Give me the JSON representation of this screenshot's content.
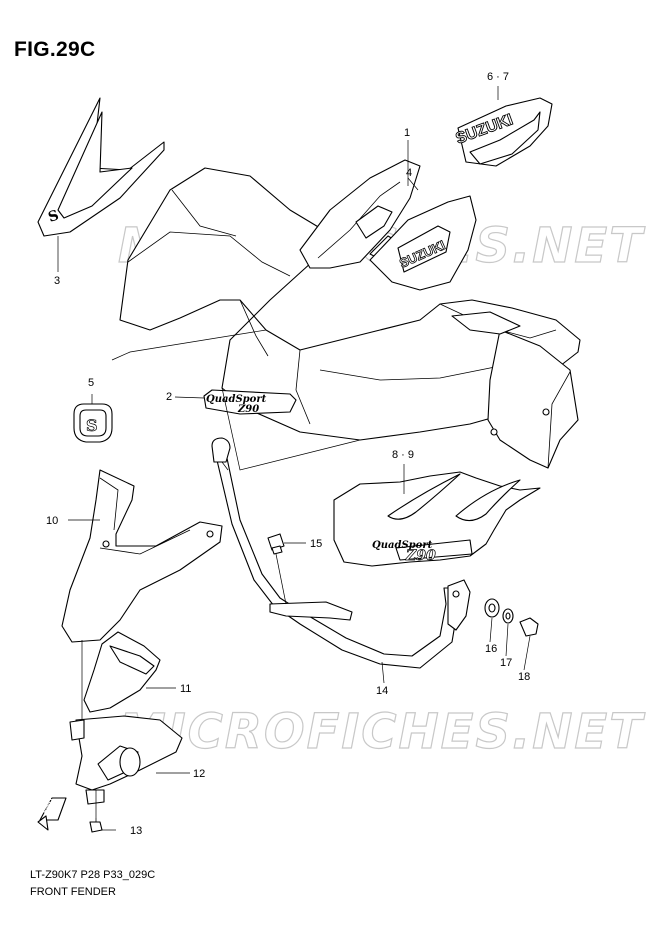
{
  "figure": {
    "title": "FIG.29C",
    "reference_code": "LT-Z90K7 P28 P33_029C",
    "caption": "FRONT FENDER",
    "watermark": "MICROFICHES.NET",
    "direction_marker": "FWD"
  },
  "decal_text": {
    "suzuki": "SUZUKI",
    "quadsport": "QuadSport",
    "model": "Z90"
  },
  "callouts": [
    {
      "id": "1",
      "label": "1"
    },
    {
      "id": "2",
      "label": "2"
    },
    {
      "id": "3",
      "label": "3"
    },
    {
      "id": "4",
      "label": "4"
    },
    {
      "id": "5",
      "label": "5"
    },
    {
      "id": "6-7",
      "label": "6 · 7"
    },
    {
      "id": "8-9",
      "label": "8 · 9"
    },
    {
      "id": "10",
      "label": "10"
    },
    {
      "id": "11",
      "label": "11"
    },
    {
      "id": "12",
      "label": "12"
    },
    {
      "id": "13",
      "label": "13"
    },
    {
      "id": "14",
      "label": "14"
    },
    {
      "id": "15",
      "label": "15"
    },
    {
      "id": "16",
      "label": "16"
    },
    {
      "id": "17",
      "label": "17"
    },
    {
      "id": "18",
      "label": "18"
    }
  ]
}
